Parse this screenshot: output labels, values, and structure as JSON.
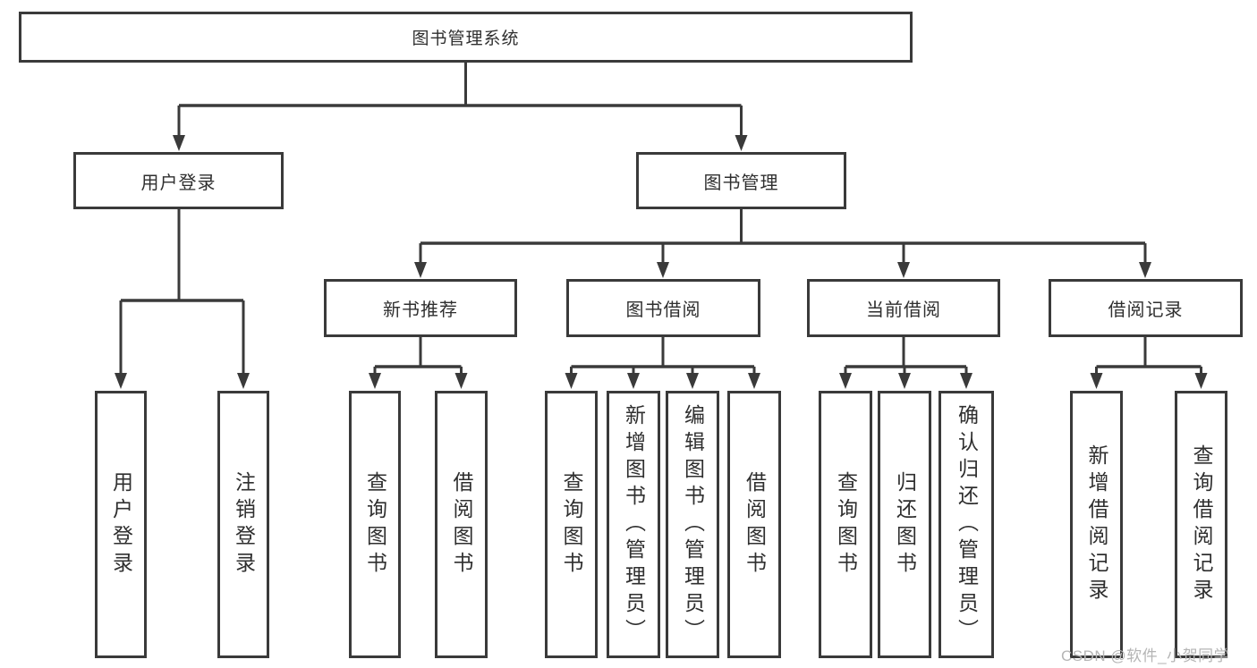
{
  "diagram": {
    "type": "hierarchy-tree",
    "title": "图书管理系统"
  },
  "tree": {
    "root": {
      "label": "图书管理系统"
    },
    "branches": [
      {
        "label": "用户登录",
        "leaves": [
          "用户登录",
          "注销登录"
        ]
      },
      {
        "label": "图书管理",
        "groups": [
          {
            "label": "新书推荐",
            "leaves": [
              "查询图书",
              "借阅图书"
            ]
          },
          {
            "label": "图书借阅",
            "leaves": [
              "查询图书",
              "新增图书（管理员）",
              "编辑图书（管理员）",
              "借阅图书"
            ]
          },
          {
            "label": "当前借阅",
            "leaves": [
              "查询图书",
              "归还图书",
              "确认归还（管理员）"
            ]
          },
          {
            "label": "借阅记录",
            "leaves": [
              "新增借阅记录",
              "查询借阅记录"
            ]
          }
        ]
      }
    ]
  },
  "watermark": {
    "text": "CSDN @软件_小贺同学"
  },
  "colors": {
    "line": "#3a3a3a",
    "border": "#3a3a3a",
    "text": "#2f2f2f",
    "background": "#ffffff",
    "watermark": "#b5b5b5"
  }
}
